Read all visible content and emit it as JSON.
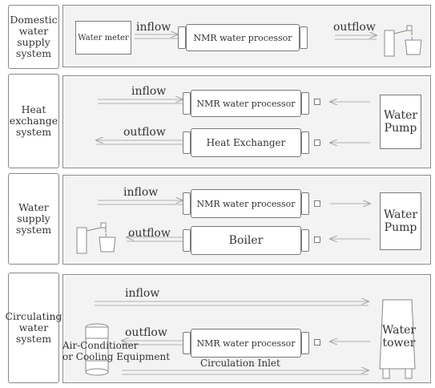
{
  "sections": {
    "domestic": {
      "label": "Domestic\nwater\nsupply\nsystem",
      "inflow": "inflow",
      "outflow": "outflow",
      "water_meter": "Water meter",
      "processor": "NMR water processor"
    },
    "heat_exchange": {
      "label": "Heat\nexchange\nsystem",
      "inflow": "inflow",
      "outflow": "outflow",
      "processor": "NMR water processor",
      "heat_exchanger": "Heat Exchanger",
      "pump": "Water\nPump"
    },
    "water_supply": {
      "label": "Water\nsupply\nsystem",
      "inflow": "inflow",
      "outflow": "outflow",
      "processor": "NMR water processor",
      "boiler": "Boiler",
      "pump": "Water\nPump"
    },
    "circulating": {
      "label": "Circulating\nwater\nsystem",
      "inflow": "inflow",
      "outflow": "outflow",
      "processor": "NMR water processor",
      "air_conditioner": "Air-Conditioner\nor Cooling Equipment",
      "circulation_inlet": "Circulation Inlet",
      "tower": "Water\ntower"
    }
  },
  "icons": {
    "faucet": "faucet-icon",
    "tower": "water-tower-icon",
    "cooling_unit": "cooling-unit-icon"
  },
  "colors": {
    "panel_bg": "#f3f3f3",
    "border": "#7a7a7a",
    "arrow": "#a8a8a8",
    "text": "#333333"
  }
}
